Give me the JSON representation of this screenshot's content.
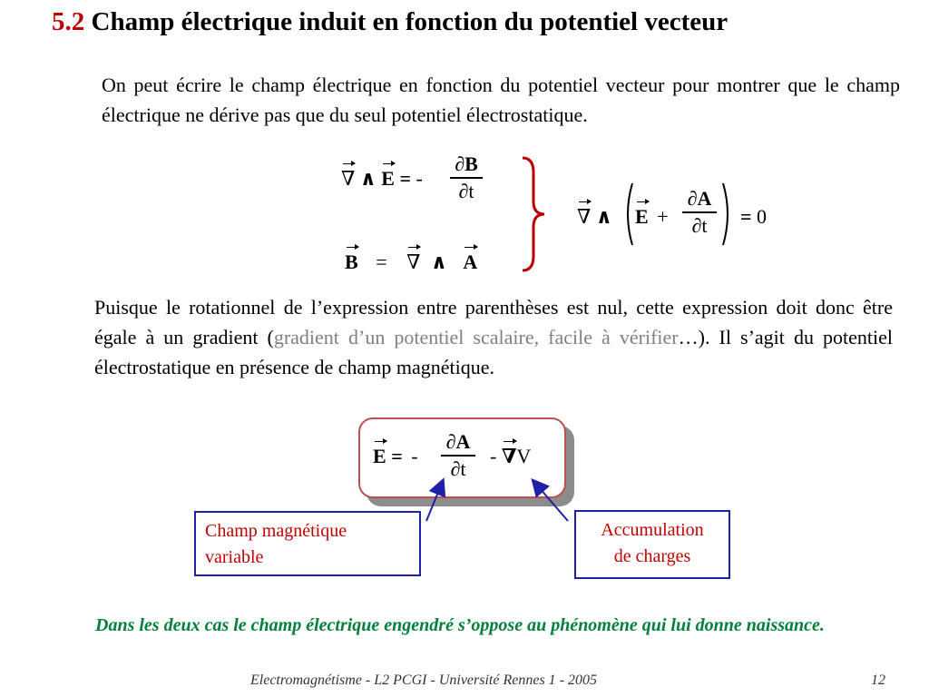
{
  "title": {
    "number": "5.2",
    "text": "Champ électrique induit en fonction du potentiel vecteur"
  },
  "intro": "On peut écrire le champ électrique en fonction du potentiel vecteur pour montrer que le champ électrique ne dérive pas que du seul potentiel électrostatique.",
  "eq1": {
    "nabla": "∇",
    "wedge": "∧",
    "E": "E",
    "equals": "=",
    "minus": "-",
    "numerator": "∂B",
    "denominator": "∂t"
  },
  "eq2": {
    "B": "B",
    "equals": "=",
    "nabla": "∇",
    "wedge": "∧",
    "A": "A"
  },
  "eq3": {
    "nabla": "∇",
    "wedge": "∧",
    "E": "E",
    "plus": "+",
    "numerator": "∂A",
    "denominator": "∂t",
    "equals": "=",
    "zero": "0"
  },
  "explanation": {
    "part1": "Puisque le rotationnel de l’expression entre parenthèses est nul, cette expression doit donc être égale à un gradient (",
    "highlight": "gradient d’un potentiel scalaire, facile à vérifier",
    "part2": "…). Il s’agit du potentiel électrostatique en présence de champ magnétique."
  },
  "eq4": {
    "E": "E",
    "equals": "=",
    "minus": "-",
    "numerator": "∂A",
    "denominator": "∂t",
    "minus2": "-",
    "nabla": "∇",
    "V": "V"
  },
  "label_left": {
    "line1": "Champ magnétique",
    "line2": "variable"
  },
  "label_right": {
    "line1": "Accumulation",
    "line2": "de charges"
  },
  "conclusion": "Dans les deux cas le champ électrique engendré s’oppose au phénomène qui lui donne naissance.",
  "footer": {
    "text": "Electromagnétisme - L2 PCGI - Université Rennes 1 - 2005",
    "page": "12"
  },
  "colors": {
    "title_number": "#c00000",
    "brace": "#c00000",
    "box_border": "#c0504d",
    "label_border": "#1f1fa8",
    "label_text": "#c00000",
    "arrow": "#1f1fa8",
    "conclusion": "#00803a",
    "highlight": "#808080"
  }
}
